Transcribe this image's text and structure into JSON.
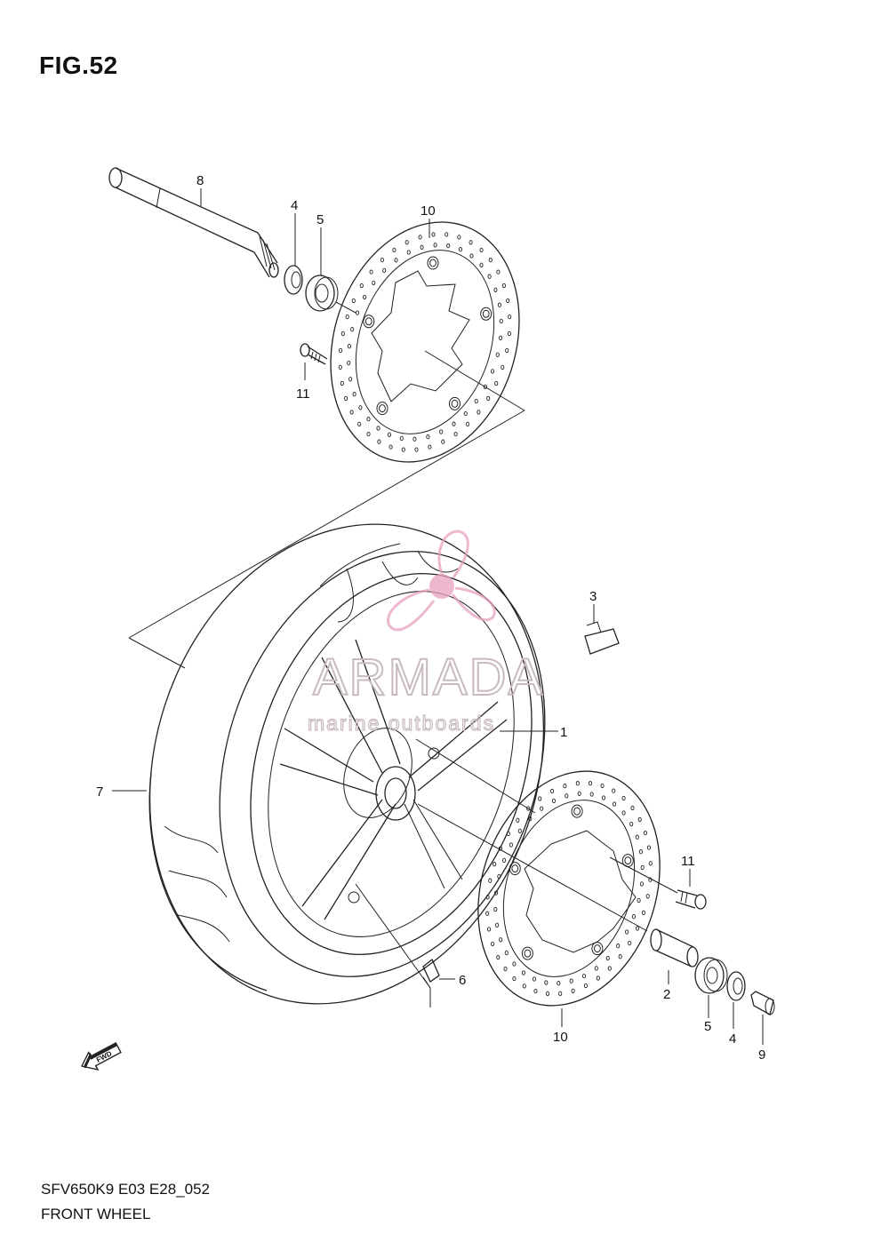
{
  "figure_title": "FIG.52",
  "footer": {
    "code": "SFV650K9 E03 E28_052",
    "name": "FRONT WHEEL"
  },
  "watermark": {
    "brand": "ARMADA",
    "tagline": "marine outboards",
    "color": "#e8a0c0"
  },
  "fwd_arrow_label": "FWD",
  "callouts": {
    "c1": "1",
    "c2": "2",
    "c3": "3",
    "c4_top": "4",
    "c4_bottom": "4",
    "c5_top": "5",
    "c5_bottom": "5",
    "c6": "6",
    "c7": "7",
    "c8": "8",
    "c9": "9",
    "c10_top": "10",
    "c10_bottom": "10",
    "c11_top": "11",
    "c11_bottom": "11"
  }
}
